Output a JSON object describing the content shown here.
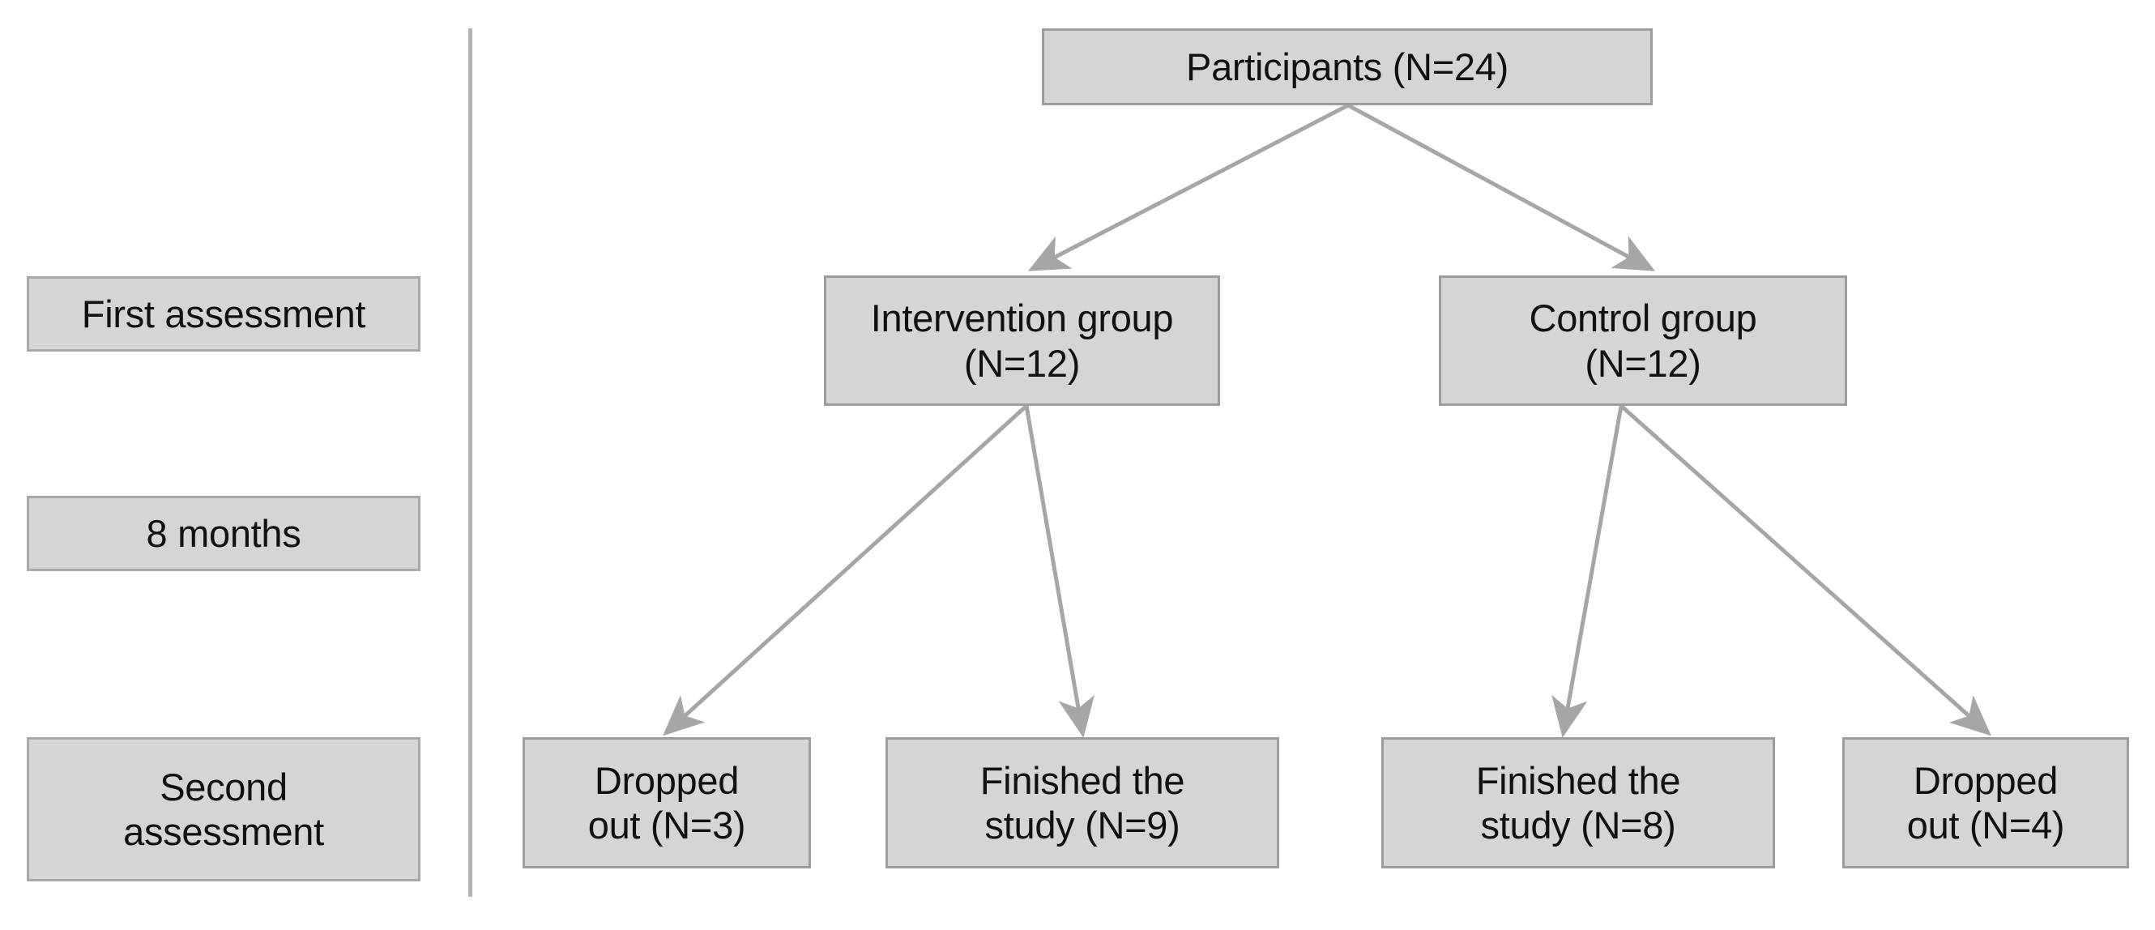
{
  "figure": {
    "type": "flow-diagram",
    "background_color": "#ffffff",
    "box_fill_color": "#d5d5d5",
    "box_border_color": "#9d9d9d",
    "connector_color": "#a6a6a6",
    "text_color": "#111111"
  },
  "timeline": {
    "divider_label": "vertical-divider",
    "stages": [
      {
        "id": "first-assessment",
        "label": "First assessment"
      },
      {
        "id": "eight-months",
        "label": "8 months"
      },
      {
        "id": "second-assessment",
        "label": "Second\nassessment"
      }
    ]
  },
  "flow": {
    "nodes": [
      {
        "id": "participants",
        "label": "Participants (N=24)",
        "n": 24
      },
      {
        "id": "intervention-group",
        "label": "Intervention group\n(N=12)",
        "n": 12
      },
      {
        "id": "control-group",
        "label": "Control group\n(N=12)",
        "n": 12
      },
      {
        "id": "intervention-dropped",
        "label": "Dropped\nout (N=3)",
        "n": 3
      },
      {
        "id": "intervention-finished",
        "label": "Finished the\nstudy (N=9)",
        "n": 9
      },
      {
        "id": "control-finished",
        "label": "Finished the\nstudy (N=8)",
        "n": 8
      },
      {
        "id": "control-dropped",
        "label": "Dropped\nout (N=4)",
        "n": 4
      }
    ],
    "edges": [
      {
        "from": "participants",
        "to": "intervention-group"
      },
      {
        "from": "participants",
        "to": "control-group"
      },
      {
        "from": "intervention-group",
        "to": "intervention-dropped"
      },
      {
        "from": "intervention-group",
        "to": "intervention-finished"
      },
      {
        "from": "control-group",
        "to": "control-finished"
      },
      {
        "from": "control-group",
        "to": "control-dropped"
      }
    ]
  }
}
